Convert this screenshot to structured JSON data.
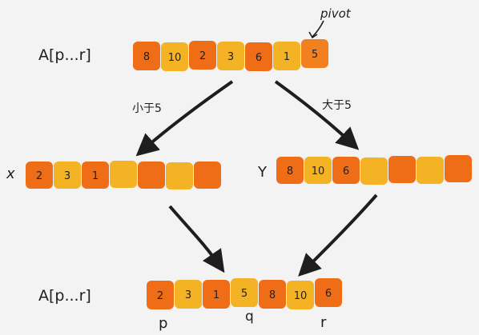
{
  "labels": {
    "pivot": "pivot",
    "array_top": "A[p...r]",
    "array_bottom": "A[p...r]",
    "less": "小于5",
    "greater": "大于5",
    "x_name": "x",
    "y_name": "Y",
    "p_mark": "p",
    "q_mark": "q",
    "r_mark": "r"
  },
  "arrays": {
    "top": [
      "8",
      "10",
      "2",
      "3",
      "6",
      "1",
      "5"
    ],
    "x": [
      "2",
      "3",
      "1",
      "",
      "",
      "",
      ""
    ],
    "y": [
      "8",
      "10",
      "6",
      "",
      "",
      "",
      ""
    ],
    "bottom": [
      "2",
      "3",
      "1",
      "5",
      "8",
      "10",
      "6"
    ]
  },
  "colors": {
    "orange_dark": "#f06d18",
    "orange_mid": "#f3801f",
    "yellow": "#f4b324",
    "ink": "#1e1e1e",
    "background": "#f3f3f3"
  }
}
